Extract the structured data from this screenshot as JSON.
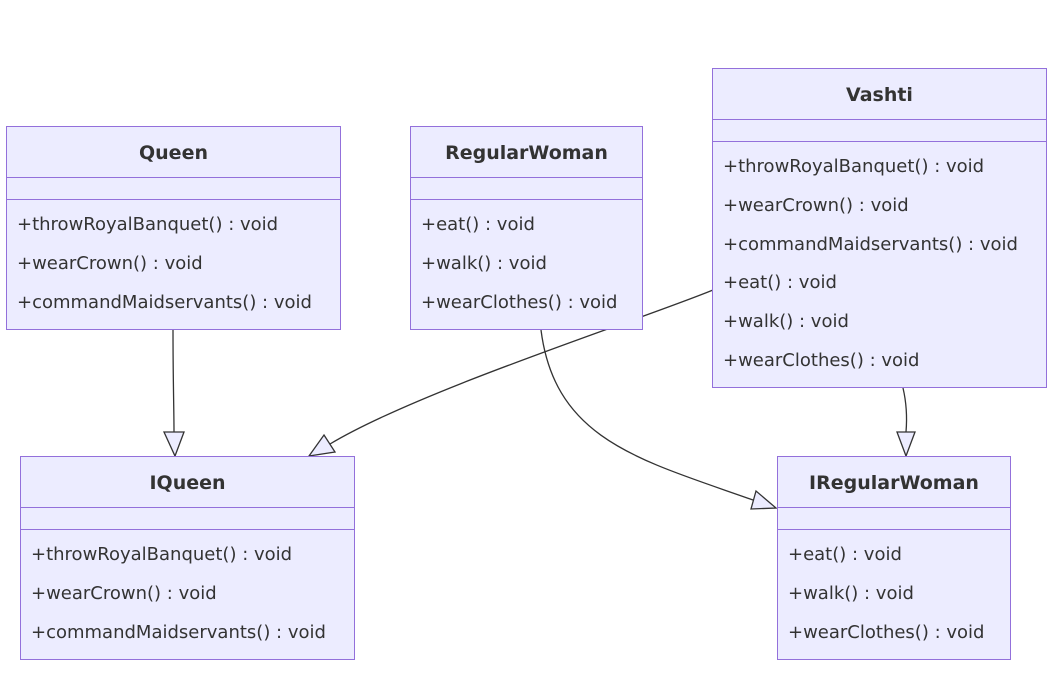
{
  "diagram": {
    "type": "class-diagram",
    "colors": {
      "fill": "#ececff",
      "stroke": "#9370db",
      "text": "#333333",
      "edge": "#333333"
    },
    "classes": {
      "queen": {
        "name": "Queen",
        "methods": [
          "+throwRoyalBanquet() : void",
          "+wearCrown() : void",
          "+commandMaidservants() : void"
        ]
      },
      "regular_woman": {
        "name": "RegularWoman",
        "methods": [
          "+eat() : void",
          "+walk() : void",
          "+wearClothes() : void"
        ]
      },
      "vashti": {
        "name": "Vashti",
        "methods": [
          "+throwRoyalBanquet() : void",
          "+wearCrown() : void",
          "+commandMaidservants() : void",
          "+eat() : void",
          "+walk() : void",
          "+wearClothes() : void"
        ]
      },
      "iqueen": {
        "name": "IQueen",
        "methods": [
          "+throwRoyalBanquet() : void",
          "+wearCrown() : void",
          "+commandMaidservants() : void"
        ]
      },
      "iregular_woman": {
        "name": "IRegularWoman",
        "methods": [
          "+eat() : void",
          "+walk() : void",
          "+wearClothes() : void"
        ]
      }
    },
    "relations": [
      {
        "from": "Queen",
        "to": "IQueen",
        "kind": "realization"
      },
      {
        "from": "Vashti",
        "to": "IQueen",
        "kind": "realization"
      },
      {
        "from": "RegularWoman",
        "to": "IRegularWoman",
        "kind": "realization"
      },
      {
        "from": "Vashti",
        "to": "IRegularWoman",
        "kind": "realization"
      }
    ]
  }
}
